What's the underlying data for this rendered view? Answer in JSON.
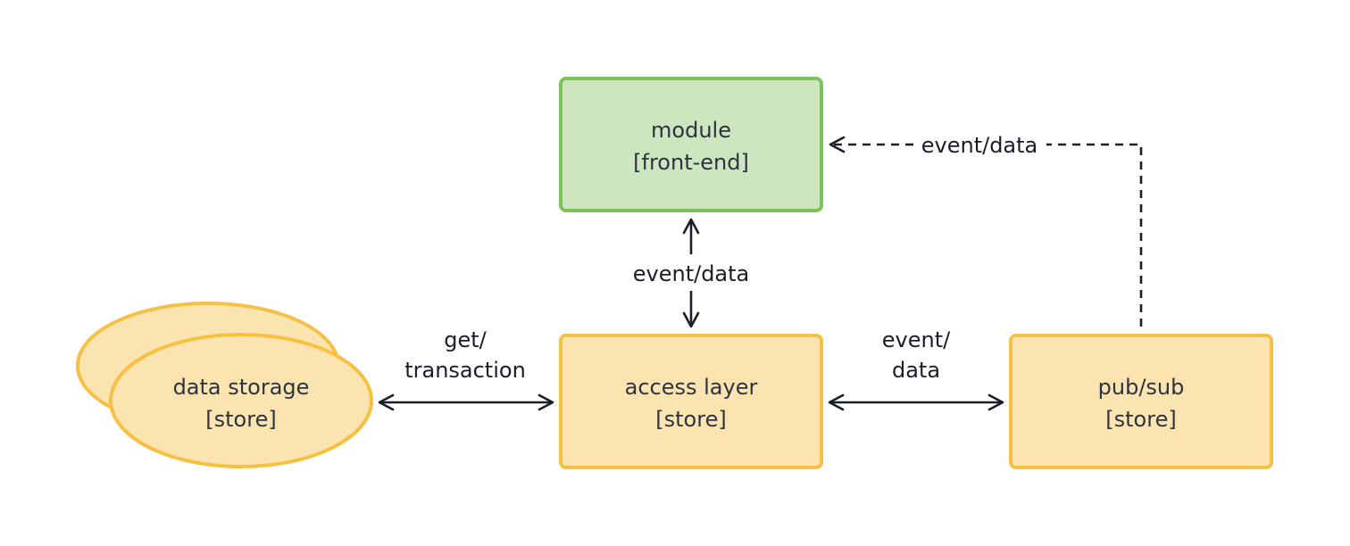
{
  "nodes": {
    "module": {
      "line1": "module",
      "line2": "[front-end]"
    },
    "access_layer": {
      "line1": "access layer",
      "line2": "[store]"
    },
    "pubsub": {
      "line1": "pub/sub",
      "line2": "[store]"
    },
    "data_storage": {
      "line1": "data storage",
      "line2": "[store]"
    }
  },
  "edges": {
    "module_access": {
      "label": "event/data"
    },
    "storage_access": {
      "line1": "get/",
      "line2": "transaction"
    },
    "access_pubsub": {
      "line1": "event/",
      "line2": "data"
    },
    "pubsub_module": {
      "label": "event/data"
    }
  },
  "colors": {
    "module_fill": "#cde6bf",
    "module_border": "#7cc35a",
    "store_fill": "#fbe4b0",
    "store_border": "#f6c143",
    "arrow": "#1a1e29"
  }
}
